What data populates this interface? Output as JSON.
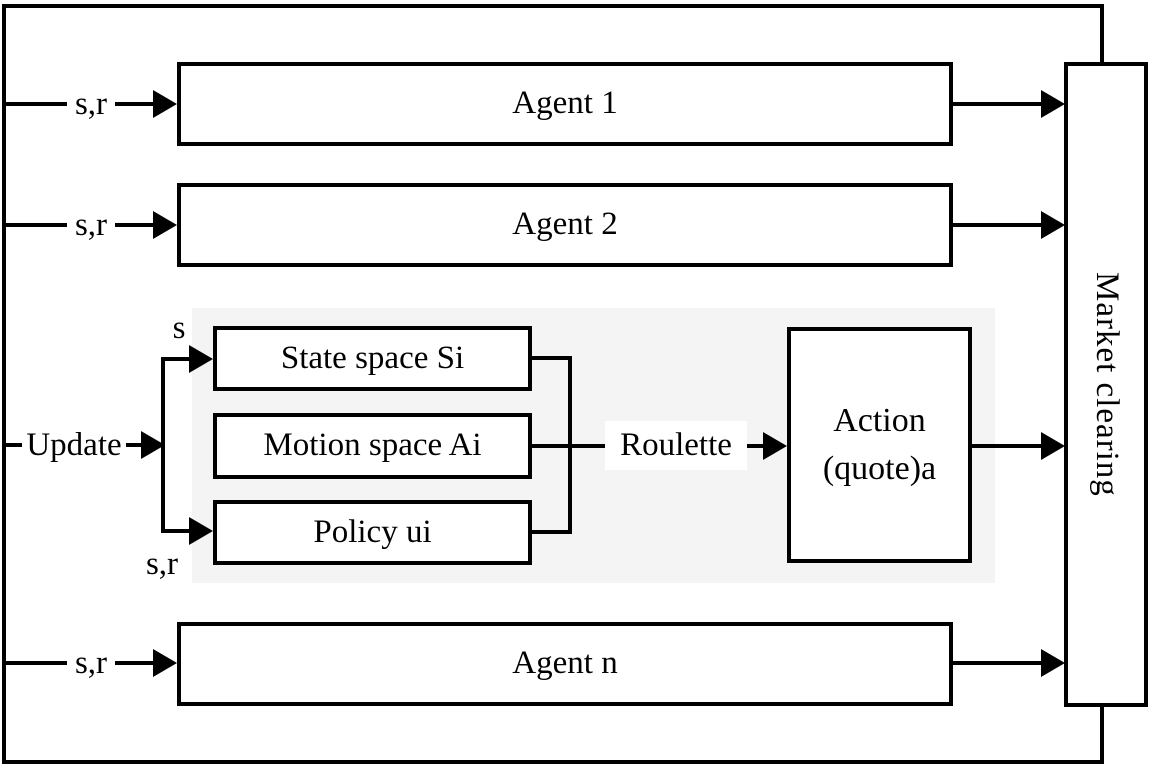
{
  "nodes": {
    "agent1": {
      "label": "Agent 1"
    },
    "agent2": {
      "label": "Agent 2"
    },
    "agent_n": {
      "label": "Agent n"
    },
    "market": {
      "label": "Market clearing"
    },
    "state_space": {
      "label": "State space Si"
    },
    "motion_space": {
      "label": "Motion space Ai"
    },
    "policy": {
      "label": "Policy ui"
    },
    "action": {
      "line1": "Action",
      "line2": "(quote)a"
    }
  },
  "edge_labels": {
    "sr_agent1": "s,r",
    "sr_agent2": "s,r",
    "sr_agent_n": "s,r",
    "update": "Update",
    "s_state": "s",
    "sr_policy": "s,r",
    "roulette": "Roulette"
  },
  "colors": {
    "line": "#000000",
    "panel_bg": "#f4f4f4",
    "box_bg": "#ffffff"
  }
}
